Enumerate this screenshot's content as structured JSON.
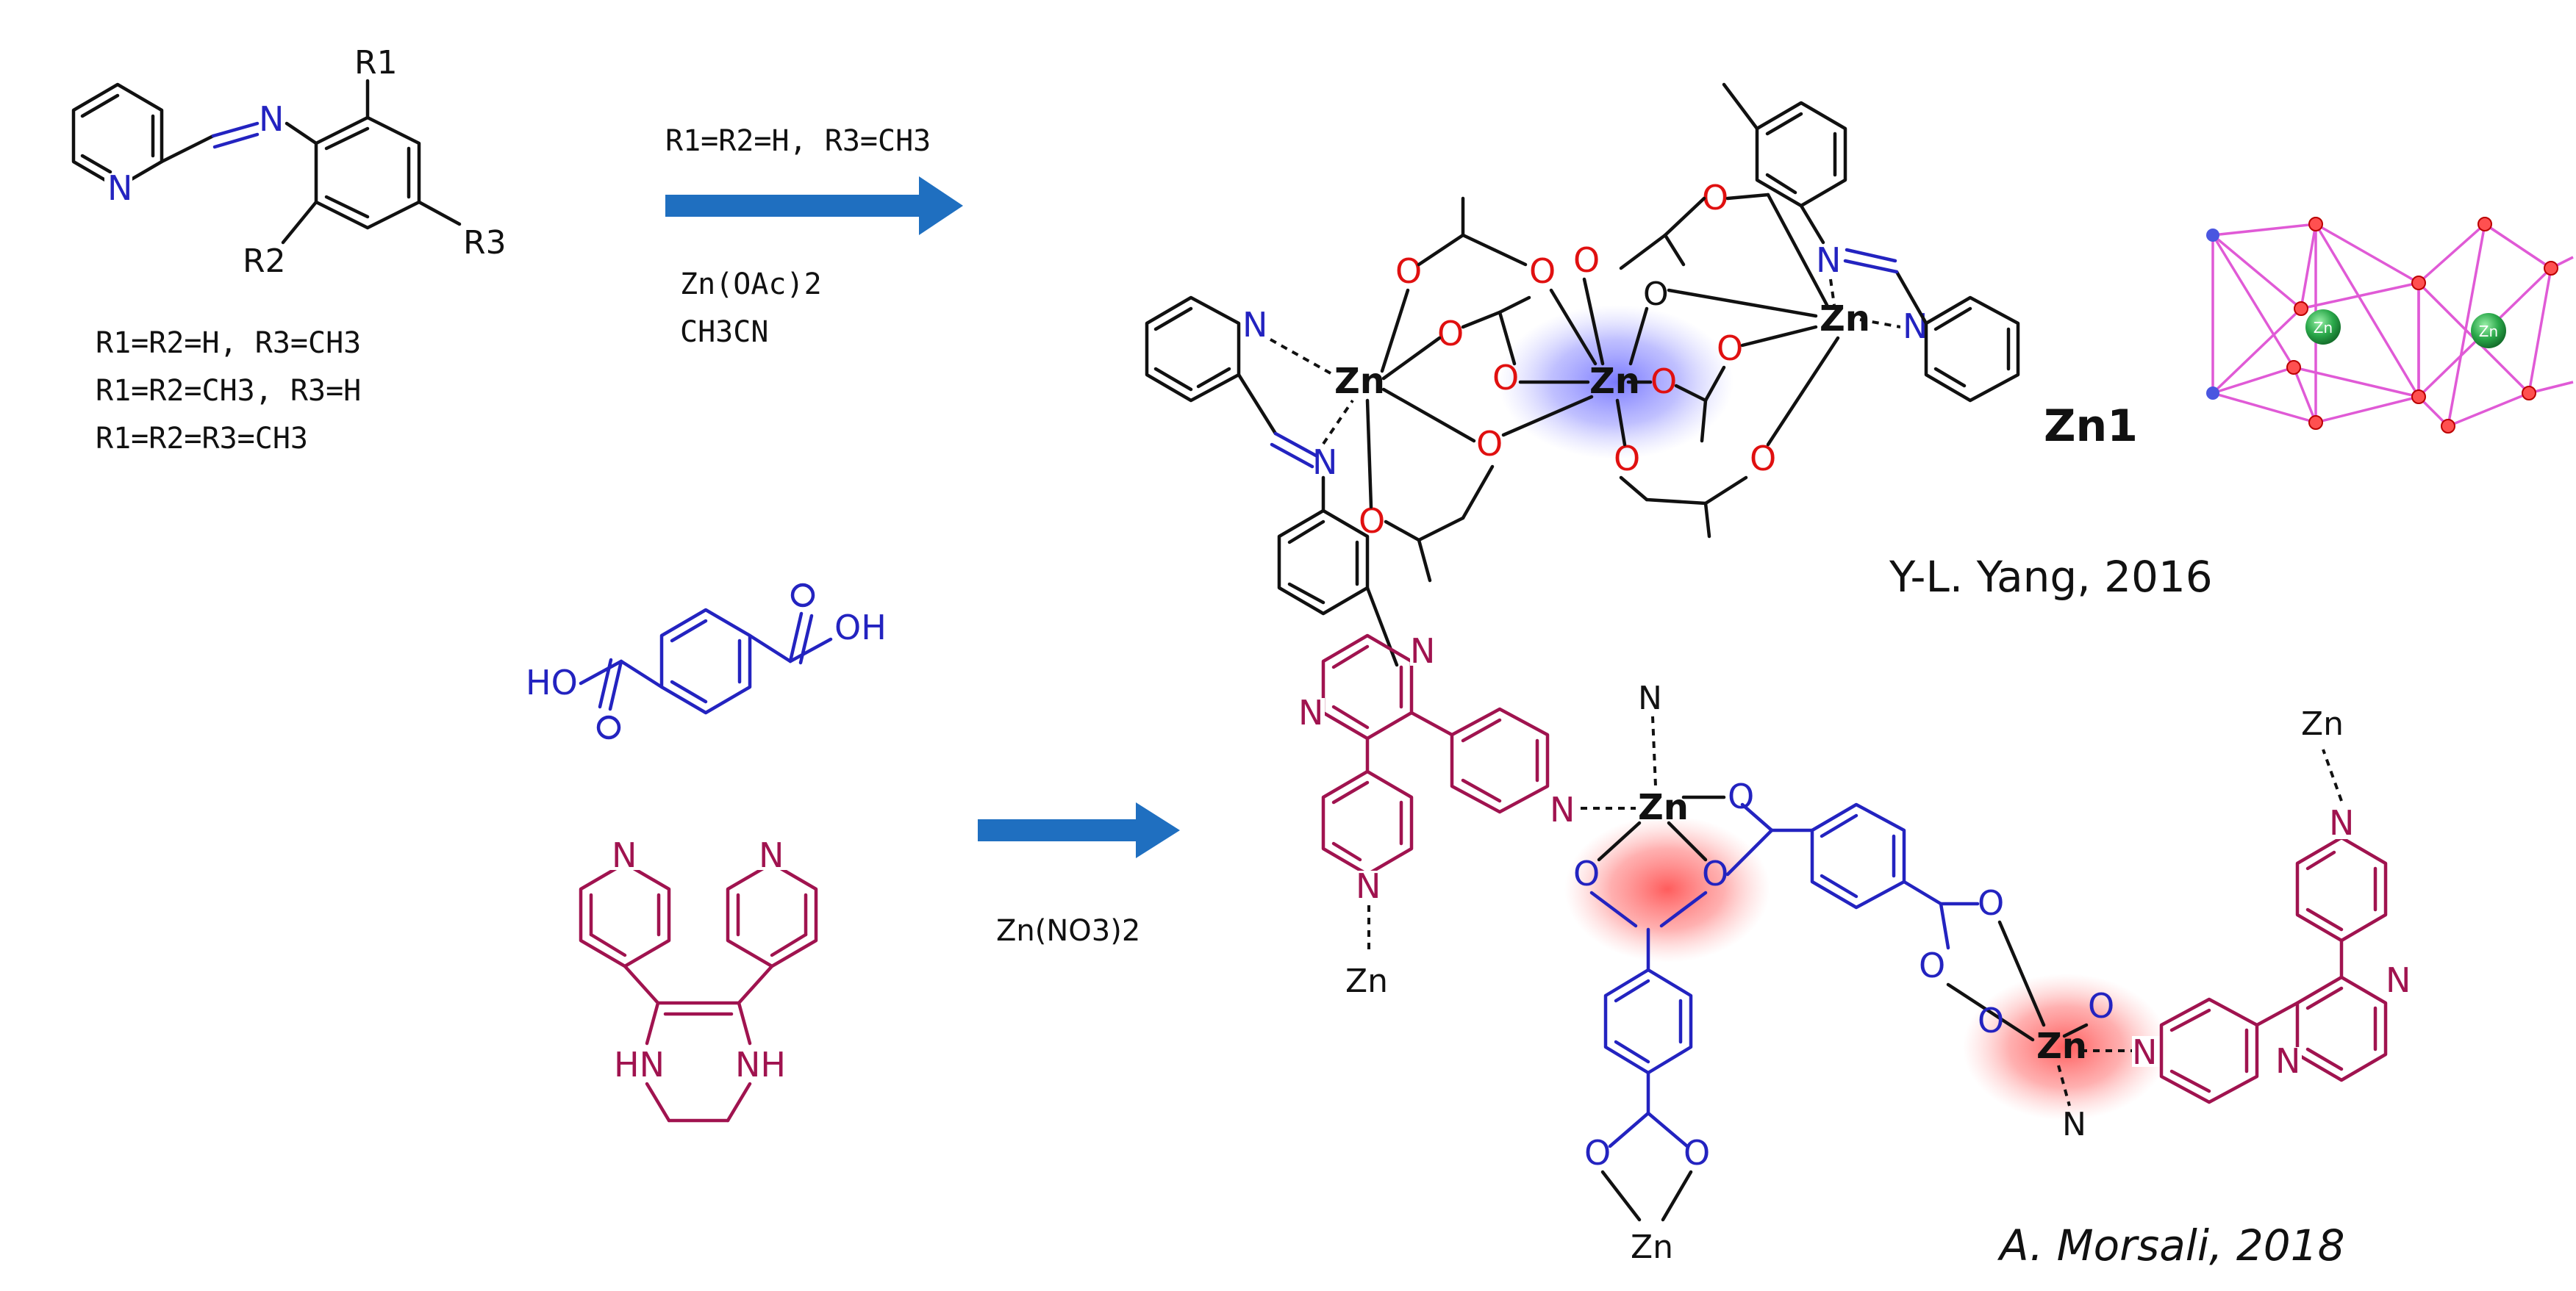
{
  "top_reaction": {
    "ligand_substituent_labels": [
      "R1",
      "R2",
      "R3"
    ],
    "ligand_n_atoms": [
      "N",
      "N"
    ],
    "variants": [
      "R1=R2=H, R3=CH3",
      "R1=R2=CH3, R3=H",
      "R1=R2=R3=CH3"
    ],
    "condition_above": "R1=R2=H, R3=CH3",
    "reagent": "Zn(OAc)2",
    "solvent": "CH3CN",
    "product_label": "Zn1",
    "credit": "Y-L. Yang, 2016",
    "zn_label": "Zn",
    "o_label": "O",
    "n_label": "N"
  },
  "bottom_reaction": {
    "acid_labels": [
      "OH",
      "HO"
    ],
    "amine_labels": [
      "N",
      "N",
      "HN",
      "NH"
    ],
    "reagent": "Zn(NO3)2",
    "credit": "A. Morsali, 2018",
    "zn_label": "Zn",
    "n_label": "N",
    "o_label": "O"
  },
  "colors": {
    "oxygen_red": "#e01010",
    "nitrogen_blue": "#2323c0",
    "terephthalate_blue": "#2323c0",
    "pyrazine_maroon": "#a0134f",
    "arrow_blue": "#1f6fc0",
    "polyhedron_magenta": "#e05ad6",
    "zn_glow_blue": "#7d7dff",
    "zn_glow_red": "#ff6a6a",
    "zn_sphere_green": "#2aa84a"
  }
}
